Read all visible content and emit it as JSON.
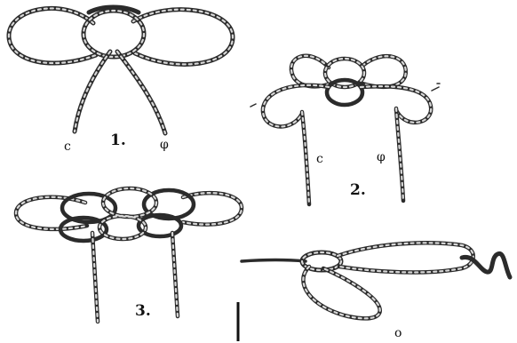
{
  "figures": [
    {
      "number": "1.",
      "end_left": "c",
      "end_right": "φ"
    },
    {
      "number": "2.",
      "end_left": "c",
      "end_right": "φ"
    },
    {
      "number": "3."
    },
    {
      "number": "",
      "end_bottom": "o"
    }
  ],
  "colors": {
    "rope": "#2b2b2b",
    "rope_highlight": "#d8d8d8",
    "background": "#ffffff"
  }
}
